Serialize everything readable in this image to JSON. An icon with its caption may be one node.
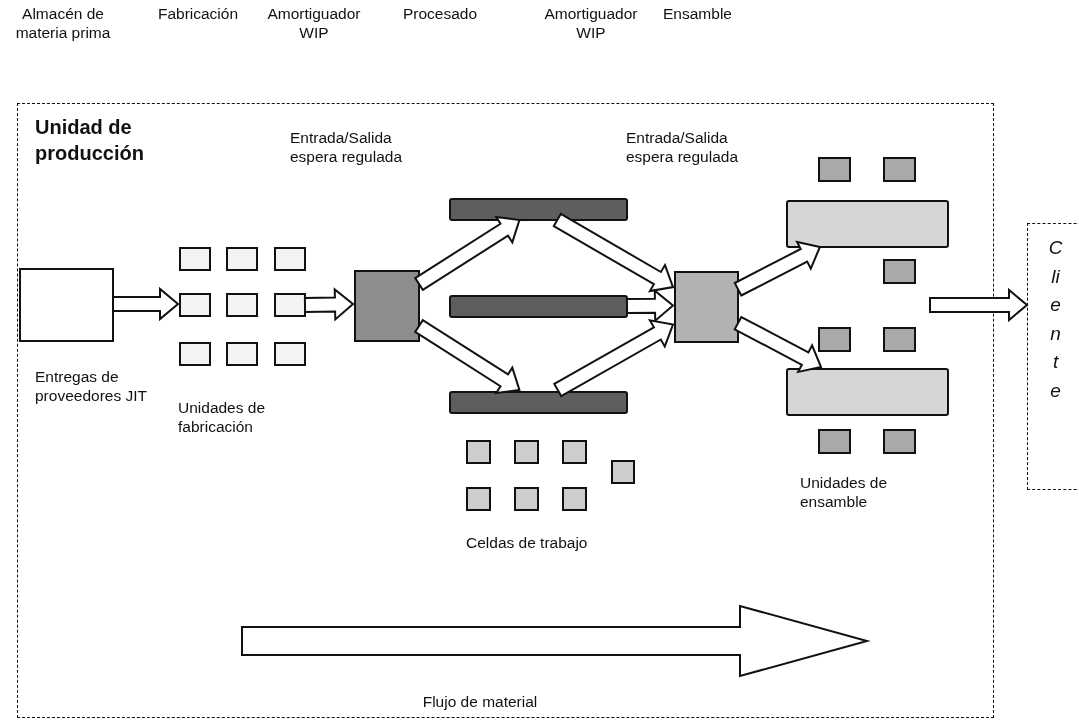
{
  "diagram": {
    "nodes": [
      {
        "text": [
          "Unidad de producción"
        ]
      },
      {
        "text": [],
        "shape": "box",
        "in": 0,
        "beside": [
          "Entregas de proveedores JIT"
        ]
      },
      {
        "text": [],
        "shape": "box",
        "in": 0
      },
      {
        "text": [],
        "shape": "box",
        "in": 0
      },
      {
        "text": [],
        "shape": "box",
        "in": 0
      },
      {
        "text": [],
        "shape": "box",
        "in": 0
      },
      {
        "text": [],
        "shape": "box",
        "in": 0
      },
      {
        "text": [],
        "shape": "box",
        "in": 0
      },
      {
        "text": [],
        "shape": "box",
        "in": 0
      },
      {
        "text": [],
        "shape": "box",
        "in": 0
      },
      {
        "text": [],
        "shape": "box",
        "in": 0
      },
      {
        "text": [],
        "shape": "box",
        "in": 0
      },
      {
        "text": [],
        "shape": "bar",
        "in": 0
      },
      {
        "text": [],
        "shape": "bar",
        "in": 0
      },
      {
        "text": [],
        "shape": "bar",
        "in": 0
      },
      {
        "text": [],
        "shape": "box",
        "in": 0
      },
      {
        "text": [],
        "shape": "box",
        "in": 0
      },
      {
        "text": [],
        "shape": "box",
        "in": 0
      },
      {
        "text": [],
        "shape": "bar",
        "in": 0
      },
      {
        "text": [],
        "shape": "box",
        "in": 0
      },
      {
        "text": [],
        "shape": "box",
        "in": 0
      },
      {
        "text": [],
        "shape": "box",
        "in": 0
      },
      {
        "text": [],
        "shape": "bar",
        "in": 0
      },
      {
        "text": [],
        "shape": "box",
        "in": 0
      },
      {
        "text": [],
        "shape": "box",
        "in": 0
      },
      {
        "text": [],
        "shape": "box",
        "in": 0
      },
      {
        "text": [],
        "shape": "box",
        "in": 0
      },
      {
        "text": [],
        "shape": "box",
        "in": 0
      },
      {
        "text": [],
        "shape": "box",
        "in": 0
      },
      {
        "text": [],
        "shape": "box",
        "in": 0
      },
      {
        "text": [],
        "shape": "box",
        "in": 0
      },
      {
        "text": [],
        "shape": "box",
        "in": 0
      },
      {
        "text": [
          "Cliente"
        ]
      }
    ],
    "edges": [
      {
        "from": 1,
        "to": 5,
        "arrow": "to"
      },
      {
        "from": 7,
        "to": 11,
        "arrow": "to"
      },
      {
        "from": 11,
        "to": 12,
        "arrow": "to"
      },
      {
        "from": 11,
        "to": 14,
        "arrow": "to"
      },
      {
        "from": 12,
        "to": 15,
        "arrow": "to"
      },
      {
        "from": 13,
        "to": 15,
        "arrow": "to"
      },
      {
        "from": 14,
        "to": 15,
        "arrow": "to"
      },
      {
        "from": 15,
        "to": 18,
        "arrow": "to"
      },
      {
        "from": 15,
        "to": 22,
        "arrow": "to"
      },
      {
        "from": null,
        "to": 32,
        "arrow": "to"
      }
    ],
    "labels": [
      "Almacén de materia prima",
      "Fabricación",
      "Amortiguador WIP",
      "Procesado",
      "Amortiguador WIP",
      "Ensamble",
      "Entrada/Salida espera regulada",
      "Entrada/Salida espera regulada",
      "Unidades de fabricación",
      "Celdas de trabajo",
      "Unidades de ensamble",
      "Flujo de material"
    ]
  }
}
